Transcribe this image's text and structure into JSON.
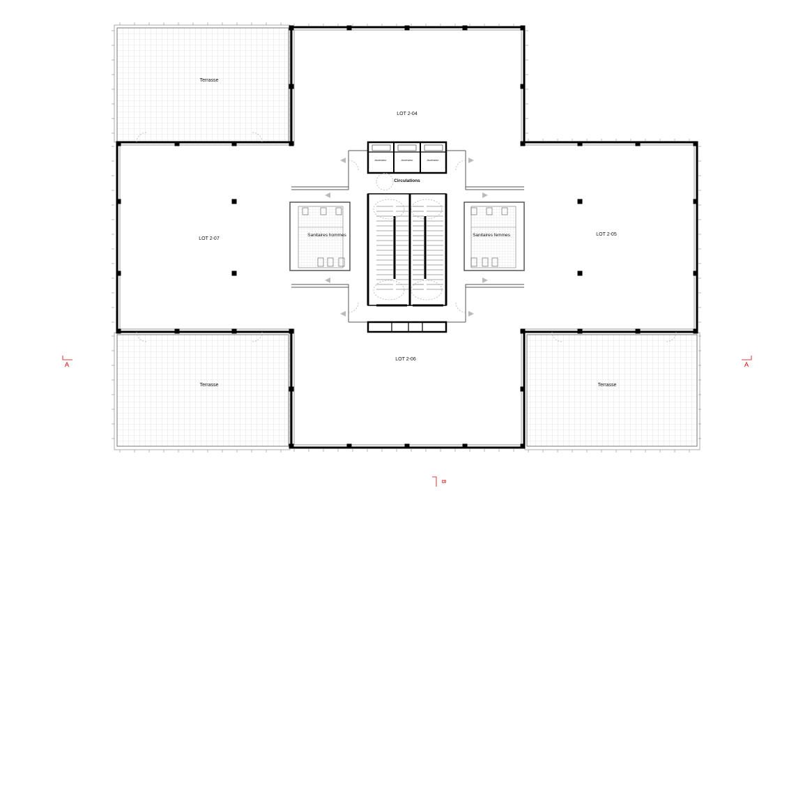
{
  "plan": {
    "labels": {
      "terrasse_nw": "Terrasse",
      "lot_2_04": "LOT 2-04",
      "lot_2_07": "LOT 2-07",
      "lot_2_05": "LOT 2-05",
      "lot_2_06": "LOT 2-06",
      "terrasse_sw": "Terrasse",
      "terrasse_se": "Terrasse",
      "circulations": "Circulations",
      "sanitaires_hommes": "Sanitaires hommes",
      "sanitaires_femmes": "Sanitaires femmes",
      "ascenseur_1": "Ascenseur",
      "ascenseur_2": "Ascenseur",
      "ascenseur_3": "Ascenseur"
    },
    "section_marks": {
      "a_left": "A",
      "a_right": "A",
      "b_bottom": "B"
    },
    "colors": {
      "wall": "#000000",
      "line": "#555555",
      "grid": "#cfcfcf",
      "section": "#d40000"
    }
  }
}
